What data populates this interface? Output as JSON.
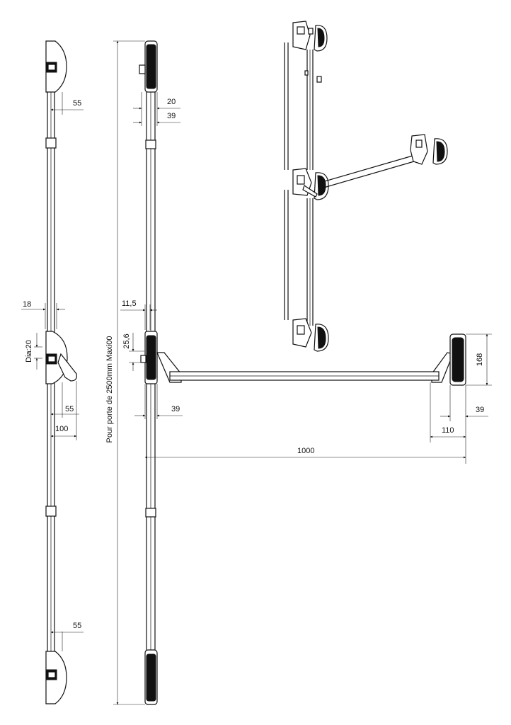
{
  "dimensions": {
    "left_top_55": "55",
    "mid_20": "20",
    "mid_39_top": "39",
    "left_18": "18",
    "left_dia": "Dia:20",
    "left_55_mid": "55",
    "left_100": "100",
    "mid_11_5": "11,5",
    "mid_25_6": "25,6",
    "mid_39_bottom": "39",
    "right_168": "168",
    "right_39": "39",
    "right_110": "110",
    "bar_1000": "1000",
    "left_bottom_55": "55"
  },
  "vertical_label": "Pour porte de 2500mm Maxi00"
}
